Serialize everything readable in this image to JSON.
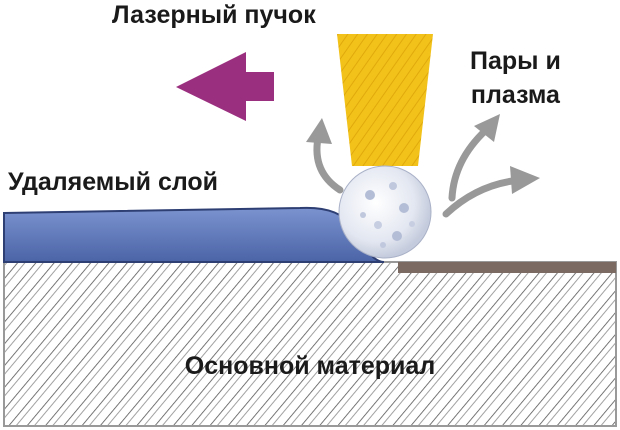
{
  "labels": {
    "laser_beam": "Лазерный пучок",
    "vapor_line1": "Пары и",
    "vapor_line2": "плазма",
    "removed_layer": "Удаляемый слой",
    "base_material": "Основной материал"
  },
  "colors": {
    "beam": "#f2c21a",
    "beam_stripe": "#e0a90c",
    "removed_layer": "#5b76b8",
    "removed_layer_edge": "#2e3f74",
    "base_hatch": "#555555",
    "base_outline": "#999999",
    "cleaned_surface": "#7a6a62",
    "direction_arrow": "#9b2f7f",
    "vapor_arrows": "#999999",
    "plasma_bubble": "#dfe3ee"
  },
  "icons": {
    "direction": "arrow-left-icon",
    "vapor": "curved-arrow-icon",
    "plasma": "plasma-bubble-icon"
  }
}
